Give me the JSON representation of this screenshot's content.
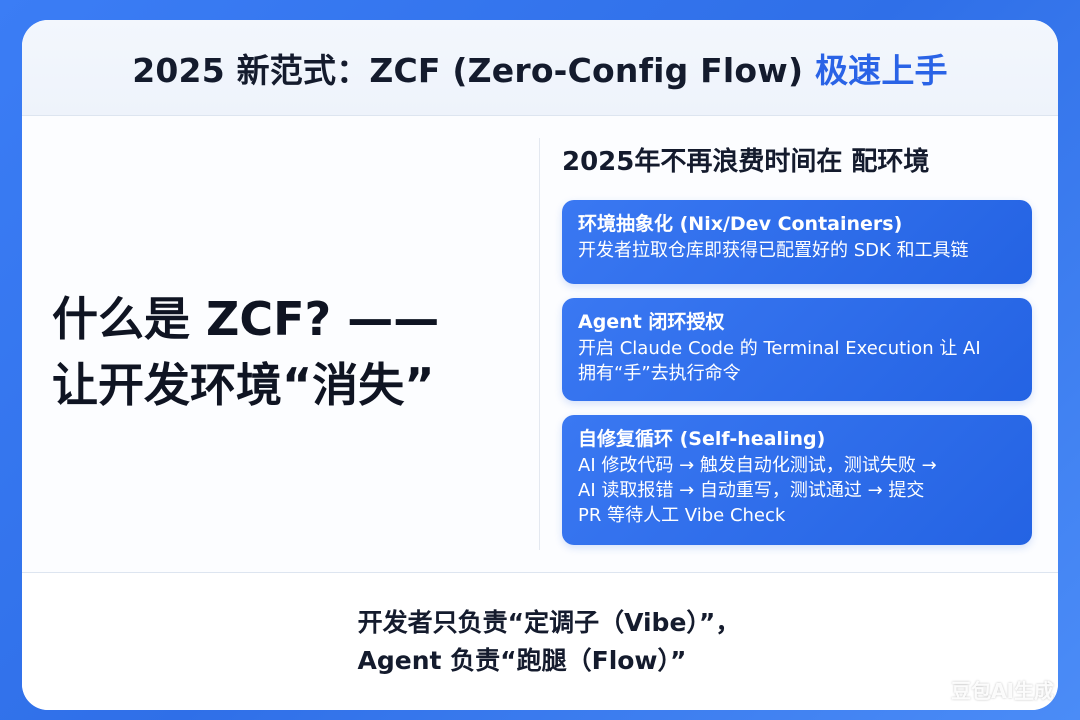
{
  "header": {
    "title_main": "2025 新范式：ZCF (Zero-Config Flow) ",
    "title_accent": "极速上手"
  },
  "left": {
    "line1": "什么是 ZCF? ——",
    "line2": "让开发环境“消失”"
  },
  "right": {
    "title": "2025年不再浪费时间在 配环境",
    "boxes": [
      {
        "title": "环境抽象化 (Nix/Dev Containers)",
        "lines": [
          "开发者拉取仓库即获得已配置好的 SDK 和工具链"
        ]
      },
      {
        "title": "Agent 闭环授权",
        "lines": [
          "开启 Claude Code 的 Terminal Execution 让 AI",
          "拥有“手”去执行命令"
        ]
      },
      {
        "title": "自修复循环 (Self-healing)",
        "lines": [
          "AI 修改代码 → 触发自动化测试，测试失败 →",
          "AI 读取报错 → 自动重写，测试通过 → 提交",
          "PR 等待人工 Vibe Check"
        ]
      }
    ]
  },
  "footer": {
    "line1": "开发者只负责“定调子（Vibe）”，",
    "line2": "Agent 负责“跑腿（Flow）”"
  },
  "watermark": "豆包AI生成"
}
